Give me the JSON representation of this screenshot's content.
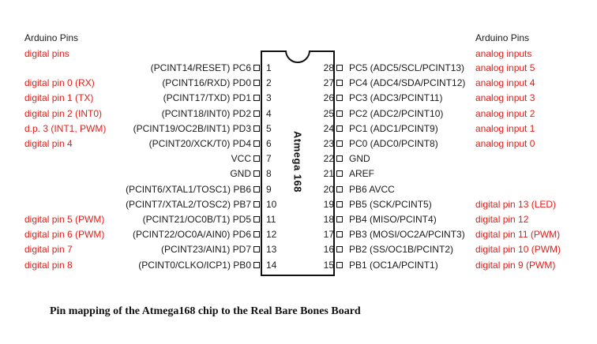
{
  "left_header": {
    "title": "Arduino Pins",
    "subtitle": "digital pins"
  },
  "right_header": {
    "title": "Arduino Pins",
    "subtitle": "analog inputs"
  },
  "chip": {
    "name": "Atmega 168"
  },
  "caption": "Pin mapping of the Atmega168 chip to the Real Bare Bones Board",
  "left_pins": [
    {
      "num": "1",
      "name": "(PCINT14/RESET) PC6",
      "arduino": ""
    },
    {
      "num": "2",
      "name": "(PCINT16/RXD) PD0",
      "arduino": "digital pin 0 (RX)"
    },
    {
      "num": "3",
      "name": "(PCINT17/TXD) PD1",
      "arduino": "digital pin 1 (TX)"
    },
    {
      "num": "4",
      "name": "(PCINT18/INT0) PD2",
      "arduino": "digital pin 2 (INT0)"
    },
    {
      "num": "5",
      "name": "(PCINT19/OC2B/INT1) PD3",
      "arduino": "d.p. 3 (INT1, PWM)"
    },
    {
      "num": "6",
      "name": "(PCINT20/XCK/T0) PD4",
      "arduino": "digital pin 4"
    },
    {
      "num": "7",
      "name": "VCC",
      "arduino": ""
    },
    {
      "num": "8",
      "name": "GND",
      "arduino": ""
    },
    {
      "num": "9",
      "name": "(PCINT6/XTAL1/TOSC1) PB6",
      "arduino": ""
    },
    {
      "num": "10",
      "name": "(PCINT7/XTAL2/TOSC2) PB7",
      "arduino": ""
    },
    {
      "num": "11",
      "name": "(PCINT21/OC0B/T1) PD5",
      "arduino": "digital pin 5 (PWM)"
    },
    {
      "num": "12",
      "name": "(PCINT22/OC0A/AIN0) PD6",
      "arduino": "digital pin 6 (PWM)"
    },
    {
      "num": "13",
      "name": "(PCINT23/AIN1) PD7",
      "arduino": "digital pin 7"
    },
    {
      "num": "14",
      "name": "(PCINT0/CLKO/ICP1) PB0",
      "arduino": "digital pin 8"
    }
  ],
  "right_pins": [
    {
      "num": "28",
      "name": "PC5 (ADC5/SCL/PCINT13)",
      "arduino": "analog input 5"
    },
    {
      "num": "27",
      "name": "PC4 (ADC4/SDA/PCINT12)",
      "arduino": "analog input 4"
    },
    {
      "num": "26",
      "name": "PC3 (ADC3/PCINT11)",
      "arduino": "analog input 3"
    },
    {
      "num": "25",
      "name": "PC2 (ADC2/PCINT10)",
      "arduino": "analog input 2"
    },
    {
      "num": "24",
      "name": "PC1 (ADC1/PCINT9)",
      "arduino": "analog input 1"
    },
    {
      "num": "23",
      "name": "PC0 (ADC0/PCINT8)",
      "arduino": "analog input 0"
    },
    {
      "num": "22",
      "name": "GND",
      "arduino": ""
    },
    {
      "num": "21",
      "name": "AREF",
      "arduino": ""
    },
    {
      "num": "20",
      "name": "PB6 AVCC",
      "arduino": ""
    },
    {
      "num": "19",
      "name": "PB5 (SCK/PCINT5)",
      "arduino": "digital pin 13 (LED)"
    },
    {
      "num": "18",
      "name": "PB4 (MISO/PCINT4)",
      "arduino": "digital pin 12"
    },
    {
      "num": "17",
      "name": "PB3 (MOSI/OC2A/PCINT3)",
      "arduino": "digital pin 11 (PWM)"
    },
    {
      "num": "16",
      "name": "PB2 (SS/OC1B/PCINT2)",
      "arduino": "digital pin 10  (PWM)"
    },
    {
      "num": "15",
      "name": "PB1 (OC1A/PCINT1)",
      "arduino": "digital pin 9  (PWM)"
    }
  ],
  "colors": {
    "arduino_label": "#e0201c",
    "chip_outline": "#111111",
    "text": "#1a1a1a"
  }
}
